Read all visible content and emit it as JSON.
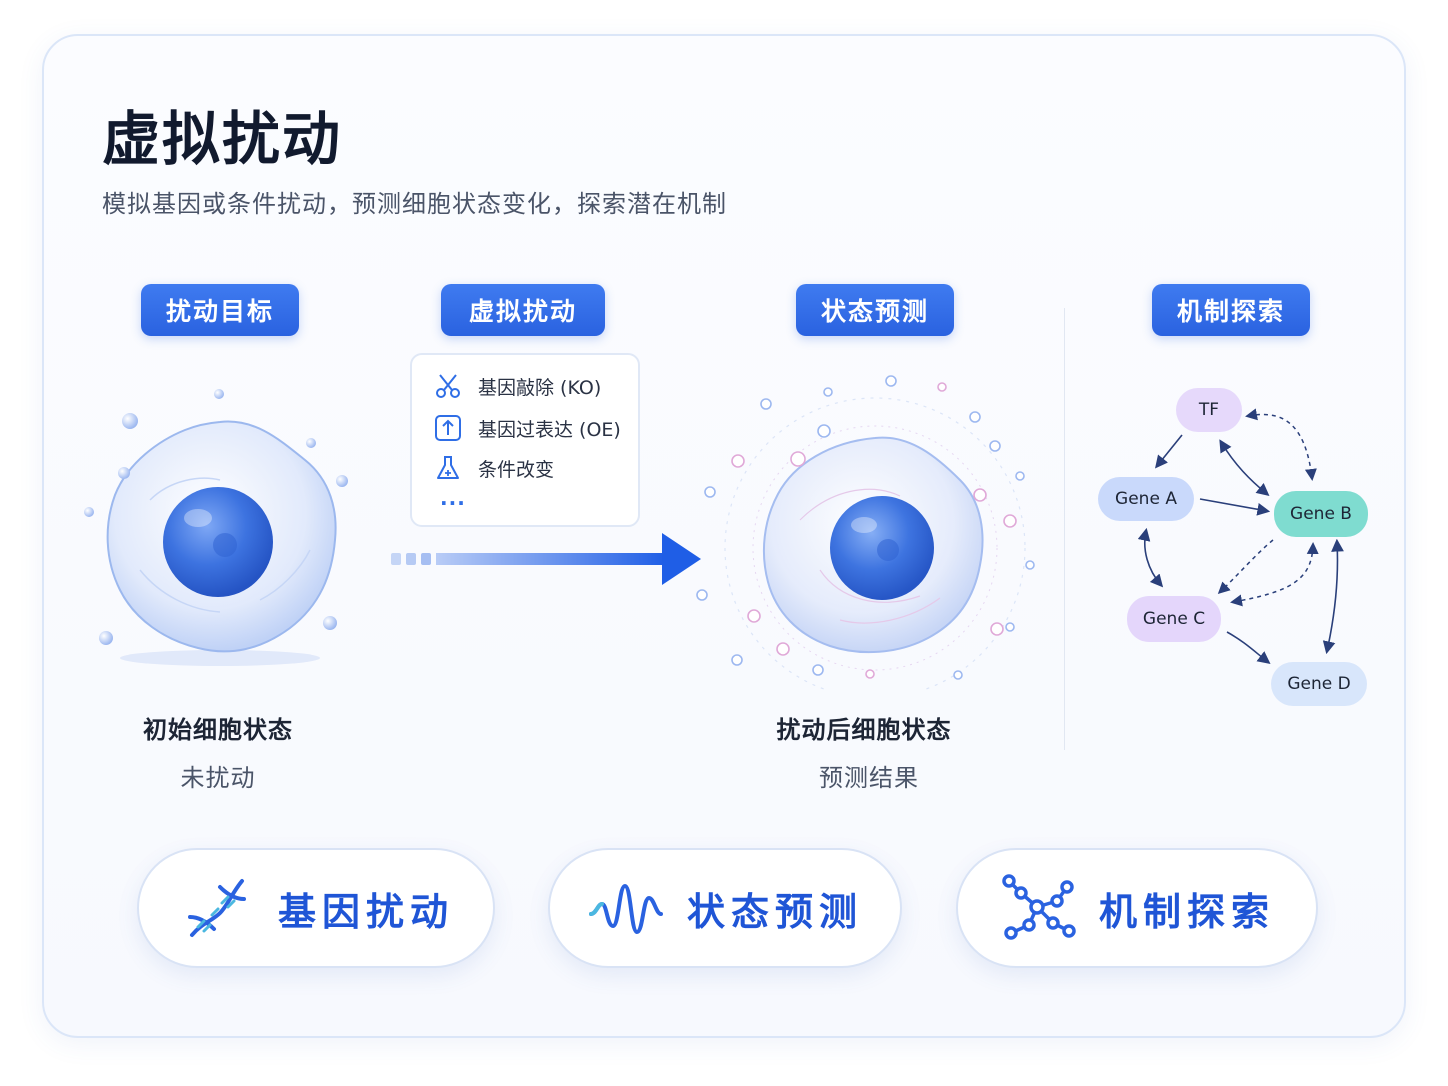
{
  "header": {
    "title": "虚拟扰动",
    "subtitle": "模拟基因或条件扰动，预测细胞状态变化，探索潜在机制"
  },
  "stages": {
    "target": "扰动目标",
    "virtual": "虚拟扰动",
    "prediction": "状态预测",
    "mechanism": "机制探索"
  },
  "methods": [
    {
      "icon": "scissors-icon",
      "label": "基因敲除 (KO)"
    },
    {
      "icon": "up-arrow-box-icon",
      "label": "基因过表达 (OE)"
    },
    {
      "icon": "flask-icon",
      "label": "条件改变"
    }
  ],
  "methods_more": "···",
  "initial_cell": {
    "title": "初始细胞状态",
    "subtitle": "未扰动"
  },
  "result_cell": {
    "title": "扰动后细胞状态",
    "subtitle": "预测结果"
  },
  "network": {
    "nodes": [
      {
        "id": "tf",
        "label": "TF",
        "color": "#e6d9fb"
      },
      {
        "id": "a",
        "label": "Gene A",
        "color": "#c9d9fb"
      },
      {
        "id": "b",
        "label": "Gene B",
        "color": "#7fdcd0"
      },
      {
        "id": "c",
        "label": "Gene C",
        "color": "#e4d6fb"
      },
      {
        "id": "d",
        "label": "Gene D",
        "color": "#d8e6fb"
      }
    ]
  },
  "features": [
    {
      "icon": "dna-icon",
      "label": "基因扰动"
    },
    {
      "icon": "wave-icon",
      "label": "状态预测"
    },
    {
      "icon": "network-icon",
      "label": "机制探索"
    }
  ],
  "colors": {
    "accent": "#2a62e0",
    "feature_text": "#1f55d6"
  }
}
